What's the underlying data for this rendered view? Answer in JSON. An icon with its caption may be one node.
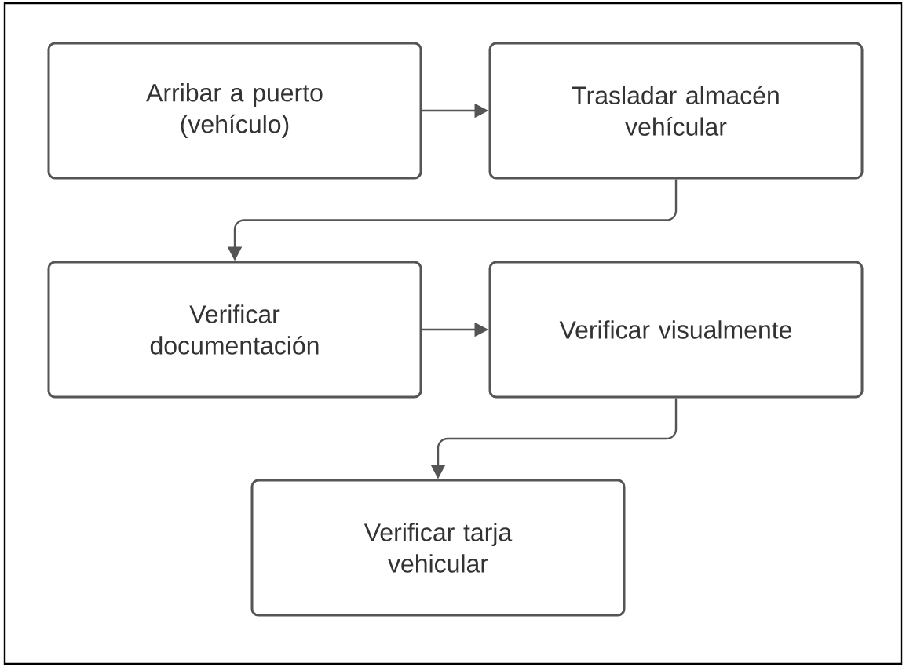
{
  "diagram": {
    "nodes": [
      {
        "text": [
          "Arribar a puerto (vehículo)"
        ]
      },
      {
        "text": [
          "Trasladar almacén vehícular"
        ]
      },
      {
        "text": [
          "Verificar documentación"
        ]
      },
      {
        "text": [
          "Verificar visualmente"
        ]
      },
      {
        "text": [
          "Verificar tarja vehicular"
        ]
      }
    ],
    "edges": [
      {
        "from": 0,
        "to": 1,
        "arrow": "to"
      },
      {
        "from": 1,
        "to": 2,
        "arrow": "to"
      },
      {
        "from": 2,
        "to": 3,
        "arrow": "to"
      },
      {
        "from": 3,
        "to": 4,
        "arrow": "to"
      }
    ]
  }
}
